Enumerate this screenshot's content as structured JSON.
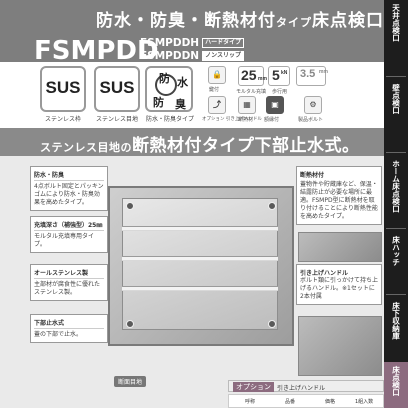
{
  "header": {
    "title_main": "防水・防臭・断熱材付",
    "title_small": "タイプ",
    "title_end": "床点検口",
    "model": "FSMPDD",
    "submodels": [
      {
        "code": "FSMPDDH",
        "tag": "ハードタイプ"
      },
      {
        "code": "FSMPDDN",
        "tag": "ノンスリップ"
      }
    ]
  },
  "features": {
    "sus1": {
      "label": "SUS",
      "caption": "ステンレス枠"
    },
    "sus2": {
      "label": "SUS",
      "caption": "ステンレス目地"
    },
    "waterproof": {
      "chars": [
        "防",
        "水",
        "防",
        "臭"
      ],
      "caption": "防水・防臭タイプ"
    },
    "mortar": {
      "value": "25",
      "unit": "mm",
      "caption": "モルタル充填"
    },
    "icons": [
      {
        "name": "lock",
        "caption": "鍵付"
      },
      {
        "name": "grid",
        "caption": "断熱材"
      },
      {
        "name": "frame",
        "caption": "額縁付"
      },
      {
        "name": "option",
        "caption": "オプション 引き上げハンドル"
      }
    ],
    "weight": {
      "value": "5",
      "unit": "kN",
      "caption": "歩行用"
    },
    "thickness": {
      "value": "3.5",
      "unit": "mm"
    },
    "screw_caption": "製品ボルト"
  },
  "headline": {
    "prefix": "ステンレス目地の",
    "main": "断熱材付タイプ下部止水式。"
  },
  "callouts_left": [
    {
      "heading": "防水・防臭",
      "body": "4点ボルト固定とパッキンゴムにより防水・防臭効果を高めたタイプ。"
    },
    {
      "heading": "充填深さ（補強型）25㎜",
      "body": "モルタル充填専用タイプ。"
    },
    {
      "heading": "オールステンレス製",
      "body": "主部材が腐食性に優れたステンレス製。"
    },
    {
      "heading": "下部止水式",
      "body": "蓋の下部で止水。"
    }
  ],
  "callouts_right": [
    {
      "heading": "断熱材付",
      "body": "蓋物件や貯蔵庫など、保温・結露防止が必要な場所に最適。FSMPD型に断熱材を取り付けることにより断熱性能を高めたタイプ。"
    }
  ],
  "handle": {
    "heading": "引き上げハンドル",
    "body": "ボルト類に引っかけて持ち上げるハンドル。※1セットに2本付属"
  },
  "caption": "断面目地",
  "option": {
    "label": "オプション",
    "name": "引き上げハンドル",
    "cols": [
      "呼称",
      "品番",
      "価格",
      "1組入数"
    ]
  },
  "sidetabs": [
    "天井点検口",
    "壁点検口",
    "ホーム床点検口",
    "床ハッチ",
    "床下収納庫",
    "床点検口"
  ]
}
